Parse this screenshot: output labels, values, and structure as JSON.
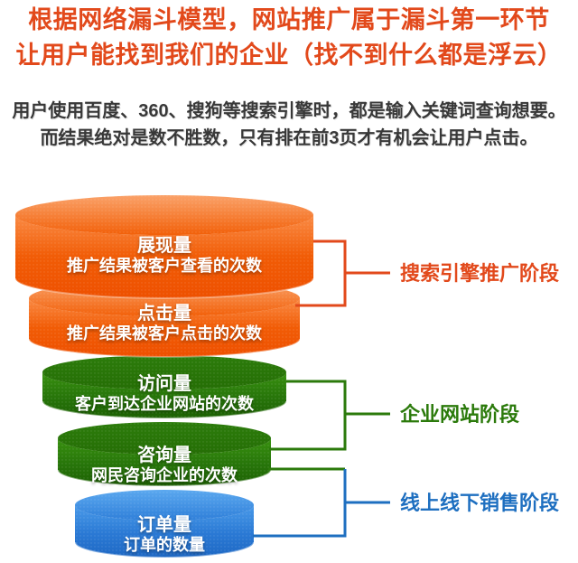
{
  "header": {
    "title_line1": "根据网络漏斗模型，网站推广属于漏斗第一环节",
    "title_line2": "让用户能找到我们的企业（找不到什么都是浮云）",
    "title_color": "#e2491b",
    "subtitle_line1": "用户使用百度、360、搜狗等搜索引擎时，都是输入关键词查询想要。",
    "subtitle_line2": "而结果绝对是数不胜数，只有排在前3页才有机会让用户点击。",
    "subtitle_color": "#383838"
  },
  "funnel": {
    "layers": [
      {
        "title": "展现量",
        "description": "推广结果被客户查看的次数",
        "color": "#f25c06",
        "text_color": "#ffffff"
      },
      {
        "title": "点击量",
        "description": "推广结果被客户点击的次数",
        "color": "#f25c06",
        "text_color": "#ffffff"
      },
      {
        "title": "访问量",
        "description": "客户到达企业网站的次数",
        "color": "#27750a",
        "text_color": "#ffffff"
      },
      {
        "title": "咨询量",
        "description": "网民咨询企业的次数",
        "color": "#27750a",
        "text_color": "#ffffff"
      },
      {
        "title": "订单量",
        "description": "订单的数量",
        "color": "#2a79d4",
        "text_color": "#ffffff"
      }
    ]
  },
  "stages": [
    {
      "label": "搜索引擎推广阶段",
      "color": "#e2491b"
    },
    {
      "label": "企业网站阶段",
      "color": "#2b7a0b"
    },
    {
      "label": "线上线下销售阶段",
      "color": "#1e6fc0"
    }
  ]
}
